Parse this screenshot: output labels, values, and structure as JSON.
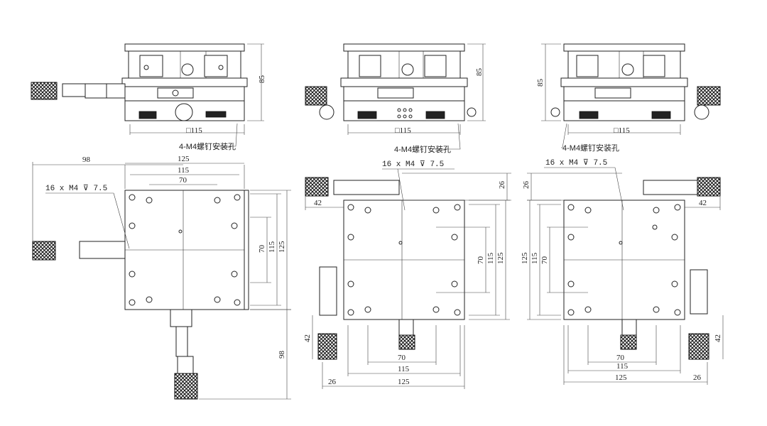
{
  "dimensions": {
    "height_85": "85",
    "width_115_square": "□115",
    "mount_holes": "4-M4螺钉安装孔",
    "holes_spec": "16 x  M4 ⊽ 7.5",
    "d98": "98",
    "d125": "125",
    "d115": "115",
    "d70": "70",
    "d26": "26",
    "d42": "42"
  }
}
